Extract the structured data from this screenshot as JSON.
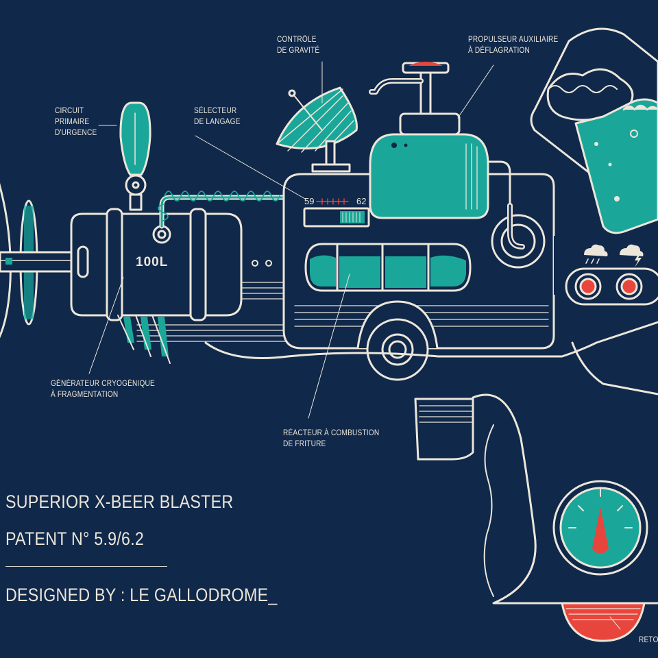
{
  "title_block": {
    "line1": "SUPERIOR X-BEER BLASTER",
    "line2": "PATENT N° 5.9/6.2",
    "line3": "DESIGNED BY : LE GALLODROME_"
  },
  "labels": {
    "circuit": "CIRCUIT\nPRIMAIRE\nD'URGENCE",
    "selecteur": "SÉLECTEUR\nDE LANGAGE",
    "controle": "CONTRÔLE\nDE GRAVITÉ",
    "propulseur": "PROPULSEUR AUXILIAIRE\nÀ DÉFLAGRATION",
    "generateur": "GÉNÉRATEUR CRYOGÉNIQUE\nÀ FRAGMENTATION",
    "reacteur": "RÉACTEUR À COMBUSTION\nDE FRITURE",
    "retour": "RETO"
  },
  "gauges": {
    "keg_capacity": "100L",
    "selector_min": "59",
    "selector_max": "62"
  },
  "colors": {
    "background": "#10284a",
    "line": "#ece6da",
    "teal": "#1aa79a",
    "red": "#e8453c"
  },
  "icons": [
    "rain-cloud-icon",
    "lightning-cloud-icon"
  ]
}
